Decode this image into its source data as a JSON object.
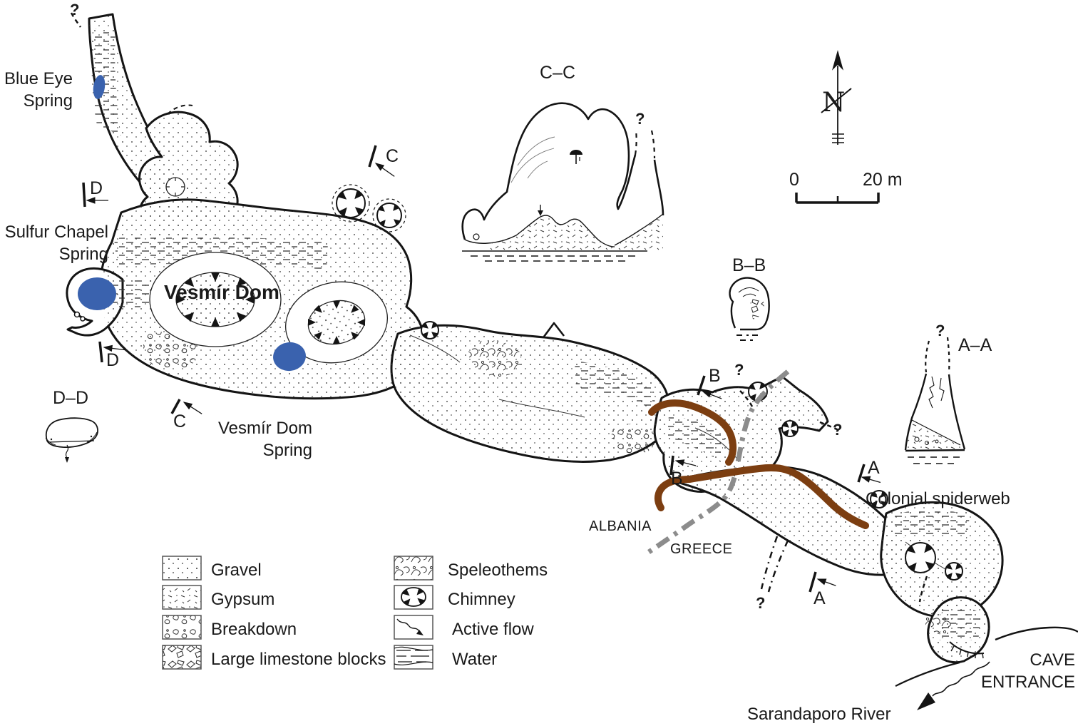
{
  "labels": {
    "blue_eye_spring": "Blue Eye Spring",
    "sulfur_chapel_spring": "Sulfur Chapel Spring",
    "vesmir_dom": "Vesmír Dom",
    "vesmir_dom_spring": "Vesmír Dom Spring",
    "colonial_spiderweb": "Colonial spiderweb",
    "albania": "ALBANIA",
    "greece": "GREECE",
    "cave_entrance": "CAVE ENTRANCE",
    "sarandaporo_river": "Sarandaporo River",
    "question_mark": "?"
  },
  "sections": {
    "aa": "A–A",
    "bb": "B–B",
    "cc": "C–C",
    "dd": "D–D"
  },
  "markers": {
    "a": "A",
    "b": "B",
    "c": "C",
    "d": "D"
  },
  "compass": {
    "north_label": "N"
  },
  "scale_bar": {
    "start": "0",
    "end": "20 m"
  },
  "legend": {
    "items": [
      {
        "id": "gravel",
        "label": "Gravel"
      },
      {
        "id": "gypsum",
        "label": "Gypsum"
      },
      {
        "id": "breakdown",
        "label": "Breakdown"
      },
      {
        "id": "large-limestone-blocks",
        "label": "Large limestone blocks"
      },
      {
        "id": "speleothems",
        "label": "Speleothems"
      },
      {
        "id": "chimney",
        "label": "Chimney"
      },
      {
        "id": "active-flow",
        "label": "Active flow"
      },
      {
        "id": "water",
        "label": "Water"
      }
    ]
  },
  "colors": {
    "water_blue": "#3a62ae",
    "spiderweb_brown": "#7c3e11",
    "border_gray": "#8c8c8c",
    "ink": "#141414"
  }
}
